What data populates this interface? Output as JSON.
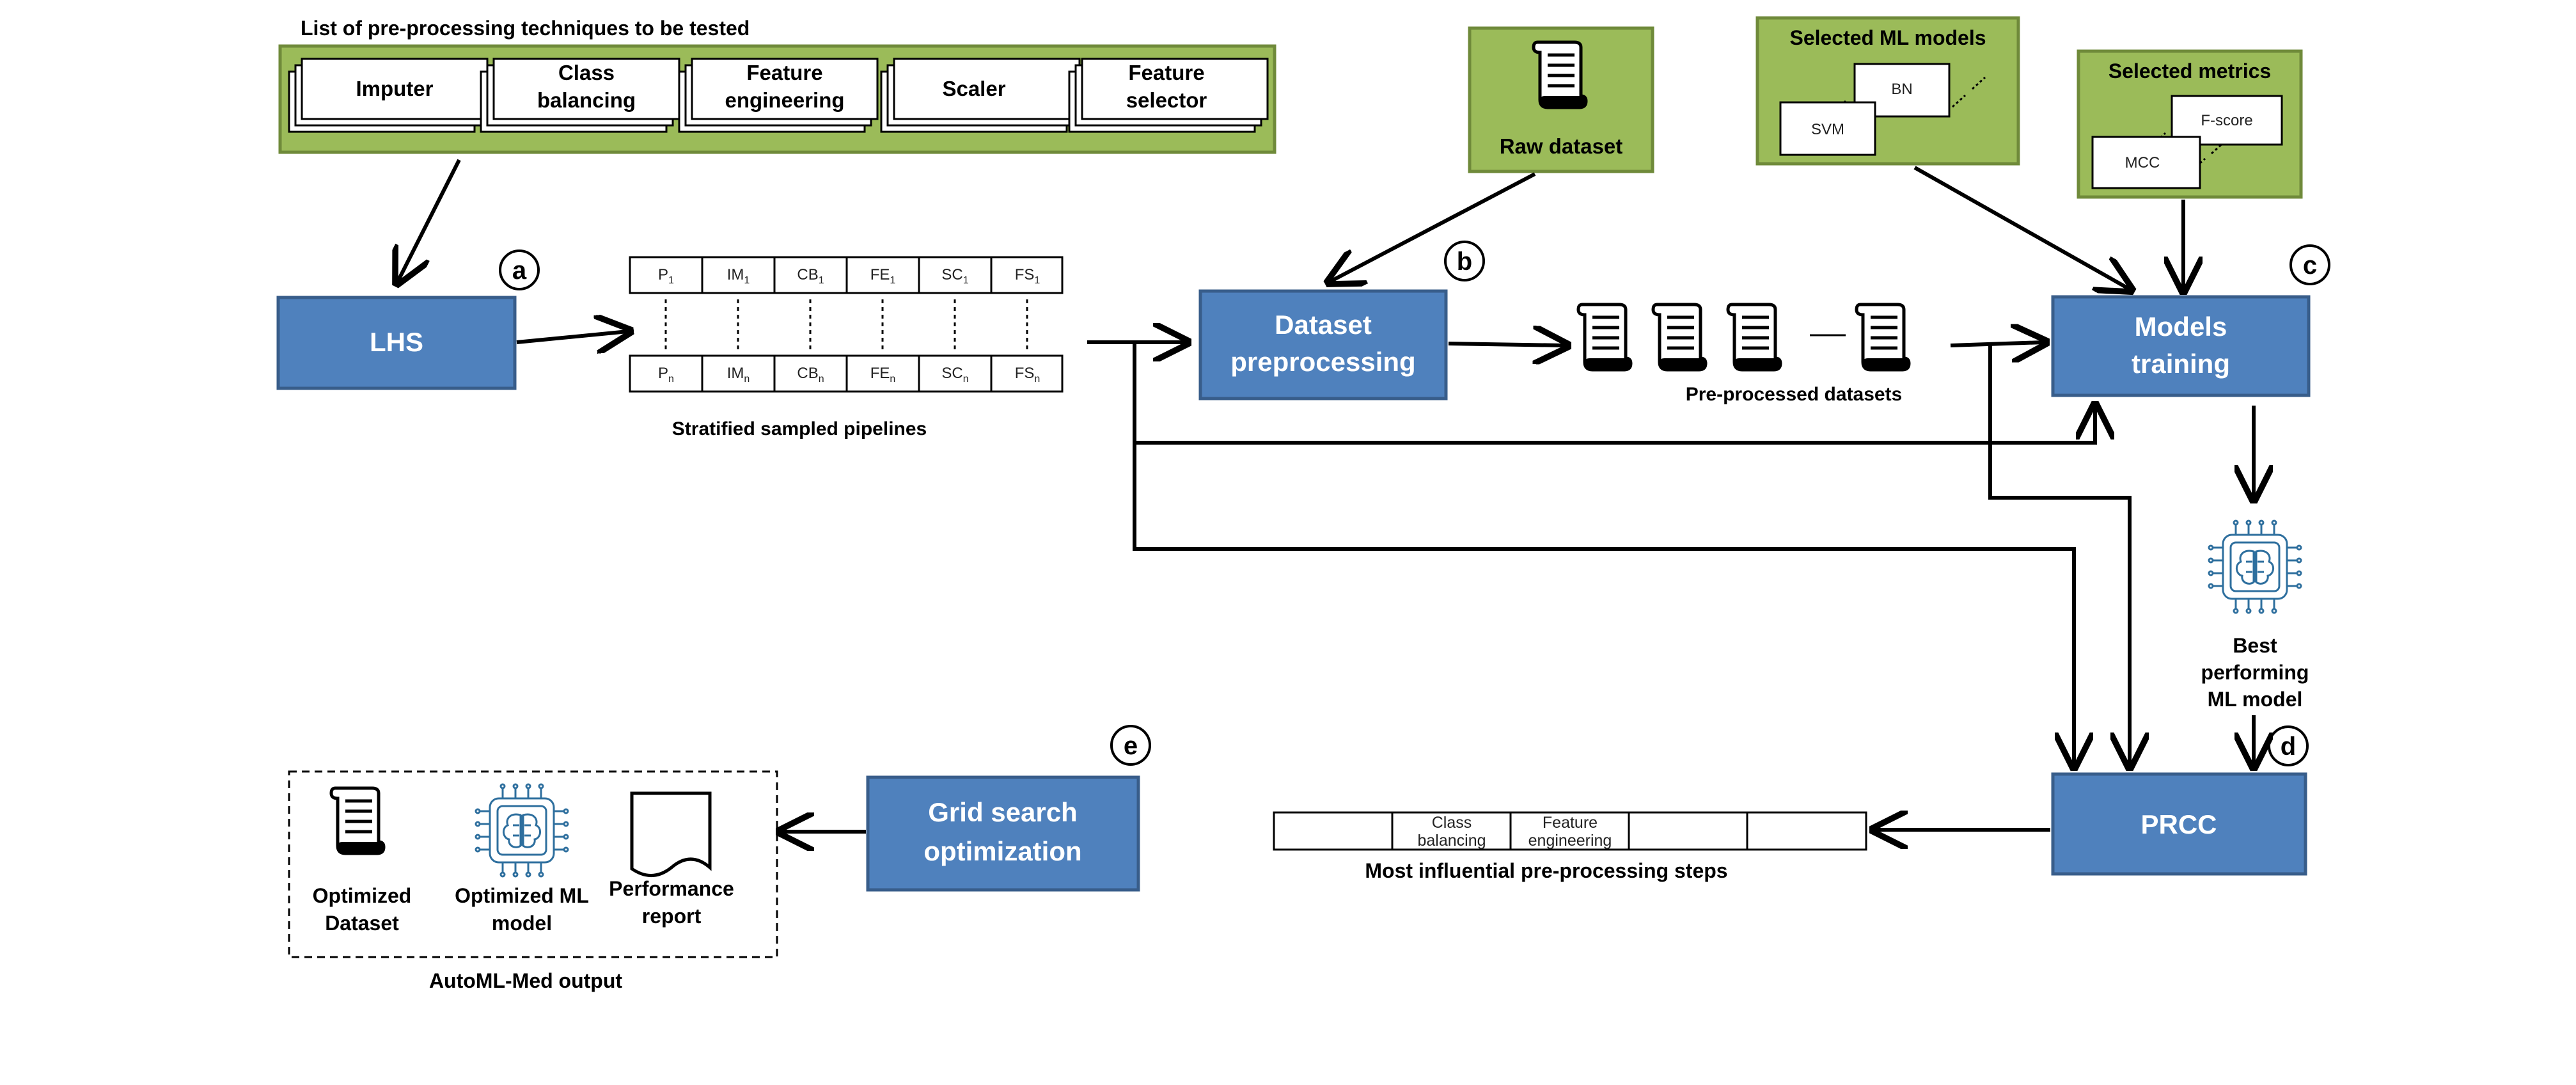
{
  "preproc": {
    "title": "List of pre-processing techniques to be tested",
    "techniques": [
      {
        "line1": "Imputer",
        "line2": ""
      },
      {
        "line1": "Class",
        "line2": "balancing"
      },
      {
        "line1": "Feature",
        "line2": "engineering"
      },
      {
        "line1": "Scaler",
        "line2": ""
      },
      {
        "line1": "Feature",
        "line2": "selector"
      }
    ]
  },
  "raw_dataset": {
    "label": "Raw dataset"
  },
  "ml_models": {
    "title": "Selected ML models",
    "items": [
      "BN",
      "SVM"
    ]
  },
  "metrics": {
    "title": "Selected metrics",
    "items": [
      "F-score",
      "MCC"
    ]
  },
  "steps": {
    "a": "a",
    "b": "b",
    "c": "c",
    "d": "d",
    "e": "e",
    "lhs": "LHS",
    "dataset_preprocessing": [
      "Dataset",
      "preprocessing"
    ],
    "models_training": [
      "Models",
      "training"
    ],
    "prcc": "PRCC",
    "grid_search": [
      "Grid search",
      "optimization"
    ]
  },
  "pipelines": {
    "caption": "Stratified sampled pipelines",
    "first_row": [
      {
        "base": "P",
        "sub": "1"
      },
      {
        "base": "IM",
        "sub": "1"
      },
      {
        "base": "CB",
        "sub": "1"
      },
      {
        "base": "FE",
        "sub": "1"
      },
      {
        "base": "SC",
        "sub": "1"
      },
      {
        "base": "FS",
        "sub": "1"
      }
    ],
    "last_row": [
      {
        "base": "P",
        "sub": "n"
      },
      {
        "base": "IM",
        "sub": "n"
      },
      {
        "base": "CB",
        "sub": "n"
      },
      {
        "base": "FE",
        "sub": "n"
      },
      {
        "base": "SC",
        "sub": "n"
      },
      {
        "base": "FS",
        "sub": "n"
      }
    ]
  },
  "preprocessed": {
    "caption": "Pre-processed datasets"
  },
  "best_model": {
    "lines": [
      "Best",
      "performing",
      "ML model"
    ]
  },
  "influential": {
    "caption": "Most influential pre-processing steps",
    "cells": [
      [
        "",
        ""
      ],
      [
        "Class",
        "balancing"
      ],
      [
        "Feature",
        "engineering"
      ],
      [
        "",
        ""
      ],
      [
        "",
        ""
      ]
    ]
  },
  "output": {
    "caption": "AutoML-Med output",
    "items": [
      {
        "line1": "Optimized",
        "line2": "Dataset"
      },
      {
        "line1": "Optimized ML",
        "line2": "model"
      },
      {
        "line1": "Performance",
        "line2": "report"
      }
    ]
  },
  "colors": {
    "blue_fill": "#4f81bd",
    "blue_stroke": "#385d8a",
    "green_fill": "#9bbb59",
    "green_stroke": "#6f8a3a",
    "brain_icon": "#2e6f9e"
  }
}
